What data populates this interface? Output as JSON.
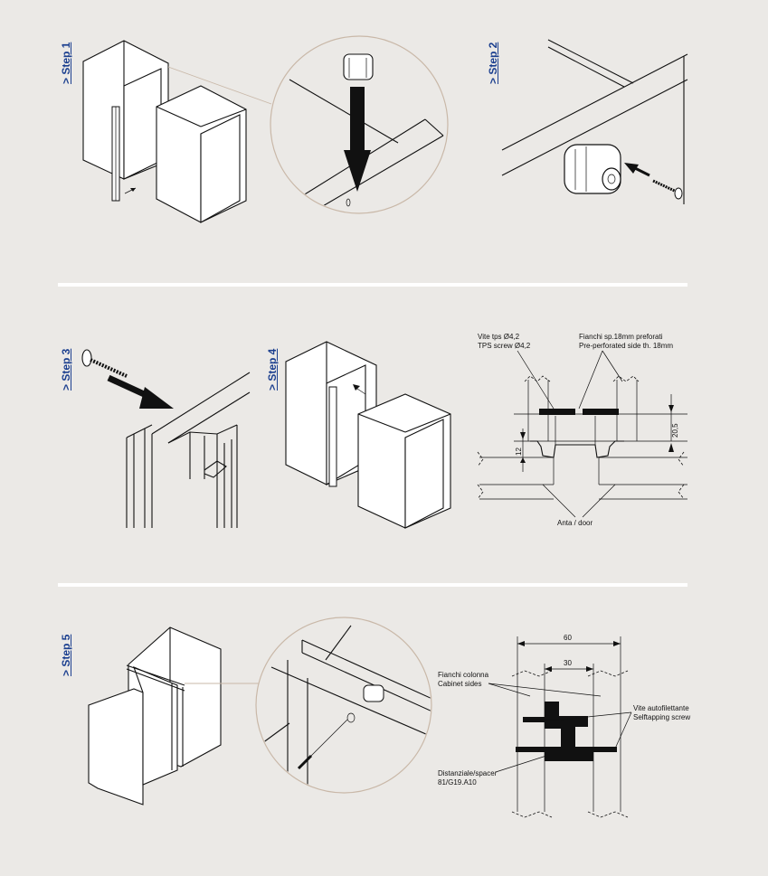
{
  "steps": [
    {
      "label": "> Step 1"
    },
    {
      "label": "> Step 2"
    },
    {
      "label": "> Step 3"
    },
    {
      "label": "> Step 4"
    },
    {
      "label": "> Step 5"
    }
  ],
  "detail_top": {
    "screw_label_it": "Vite tps Ø4,2",
    "screw_label_en": "TPS screw Ø4,2",
    "sides_label_it": "Fianchi sp.18mm preforati",
    "sides_label_en": "Pre-perforated side th. 18mm",
    "dim_12": "12",
    "dim_20_5": "20,5",
    "door_label": "Anta / door"
  },
  "detail_bottom": {
    "dim_60": "60",
    "dim_30": "30",
    "sides_label_it": "Fianchi colonna",
    "sides_label_en": "Cabinet sides",
    "screw_label_it": "Vite autofilettante",
    "screw_label_en": "Selftapping screw",
    "spacer_label_1": "Distanziale/spacer",
    "spacer_label_2": "81/G19.A10"
  },
  "colors": {
    "background": "#ebe9e6",
    "step_label": "#1b3f8f",
    "detail_circle": "#c9b8a8"
  }
}
